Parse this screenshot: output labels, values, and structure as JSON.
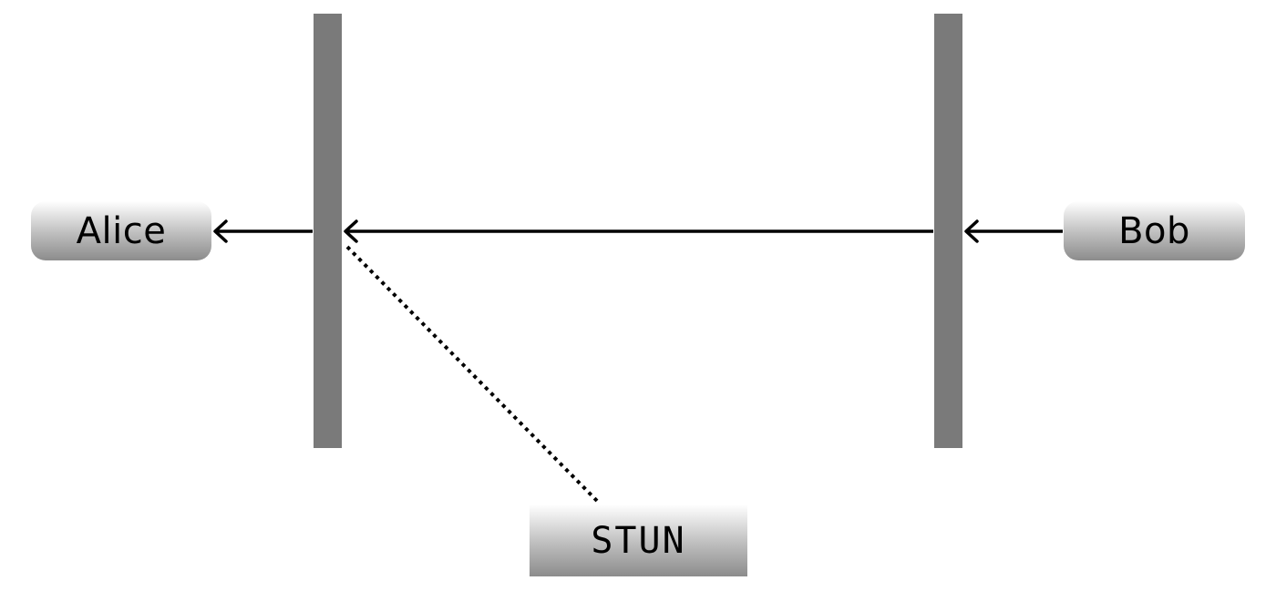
{
  "nodes": {
    "alice": {
      "label": "Alice"
    },
    "bob": {
      "label": "Bob"
    },
    "stun": {
      "label": "STUN"
    }
  },
  "colors": {
    "barrier": "#7a7a7a",
    "edge": "#000000",
    "node_gradient_top": "#ffffff",
    "node_gradient_bottom": "#8c8c8c"
  },
  "edges": [
    {
      "from": "bob",
      "to": "bob-nat",
      "style": "solid",
      "arrow": "open"
    },
    {
      "from": "bob-nat",
      "to": "alice-nat",
      "style": "solid",
      "arrow": "open"
    },
    {
      "from": "alice-nat",
      "to": "alice",
      "style": "solid",
      "arrow": "open"
    },
    {
      "from": "stun",
      "to": "alice-nat",
      "style": "dotted",
      "arrow": "none"
    }
  ]
}
